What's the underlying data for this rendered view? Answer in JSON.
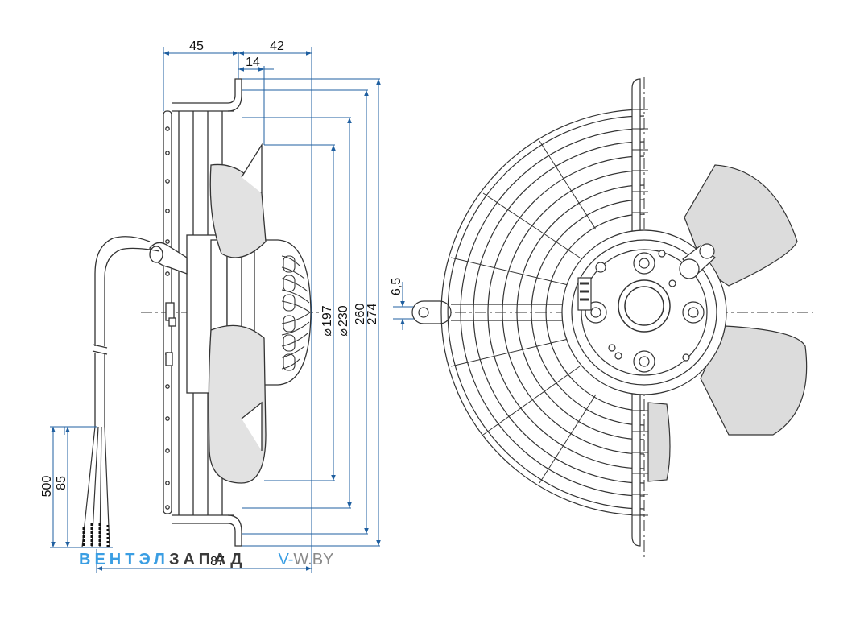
{
  "dimensions": {
    "d45": "45",
    "d42": "42",
    "d14": "14",
    "d197": "197",
    "d230": "230",
    "d260": "260",
    "d274": "274",
    "d6_5": "6,5",
    "d500": "500",
    "d85": "85",
    "d87": "87",
    "diameter_symbol": "⌀"
  },
  "brand": {
    "part1": "ВЕНТЭЛ",
    "part2": "ЗАПАД",
    "url_prefix": "V-",
    "url_rest": "W.BY"
  },
  "colors": {
    "dimension_line": "#1f5fa0",
    "outline": "#333333",
    "brand_blue": "#3a9ee3",
    "brand_dark": "#3a3a3a",
    "blade_fill": "#dcdcdc"
  }
}
